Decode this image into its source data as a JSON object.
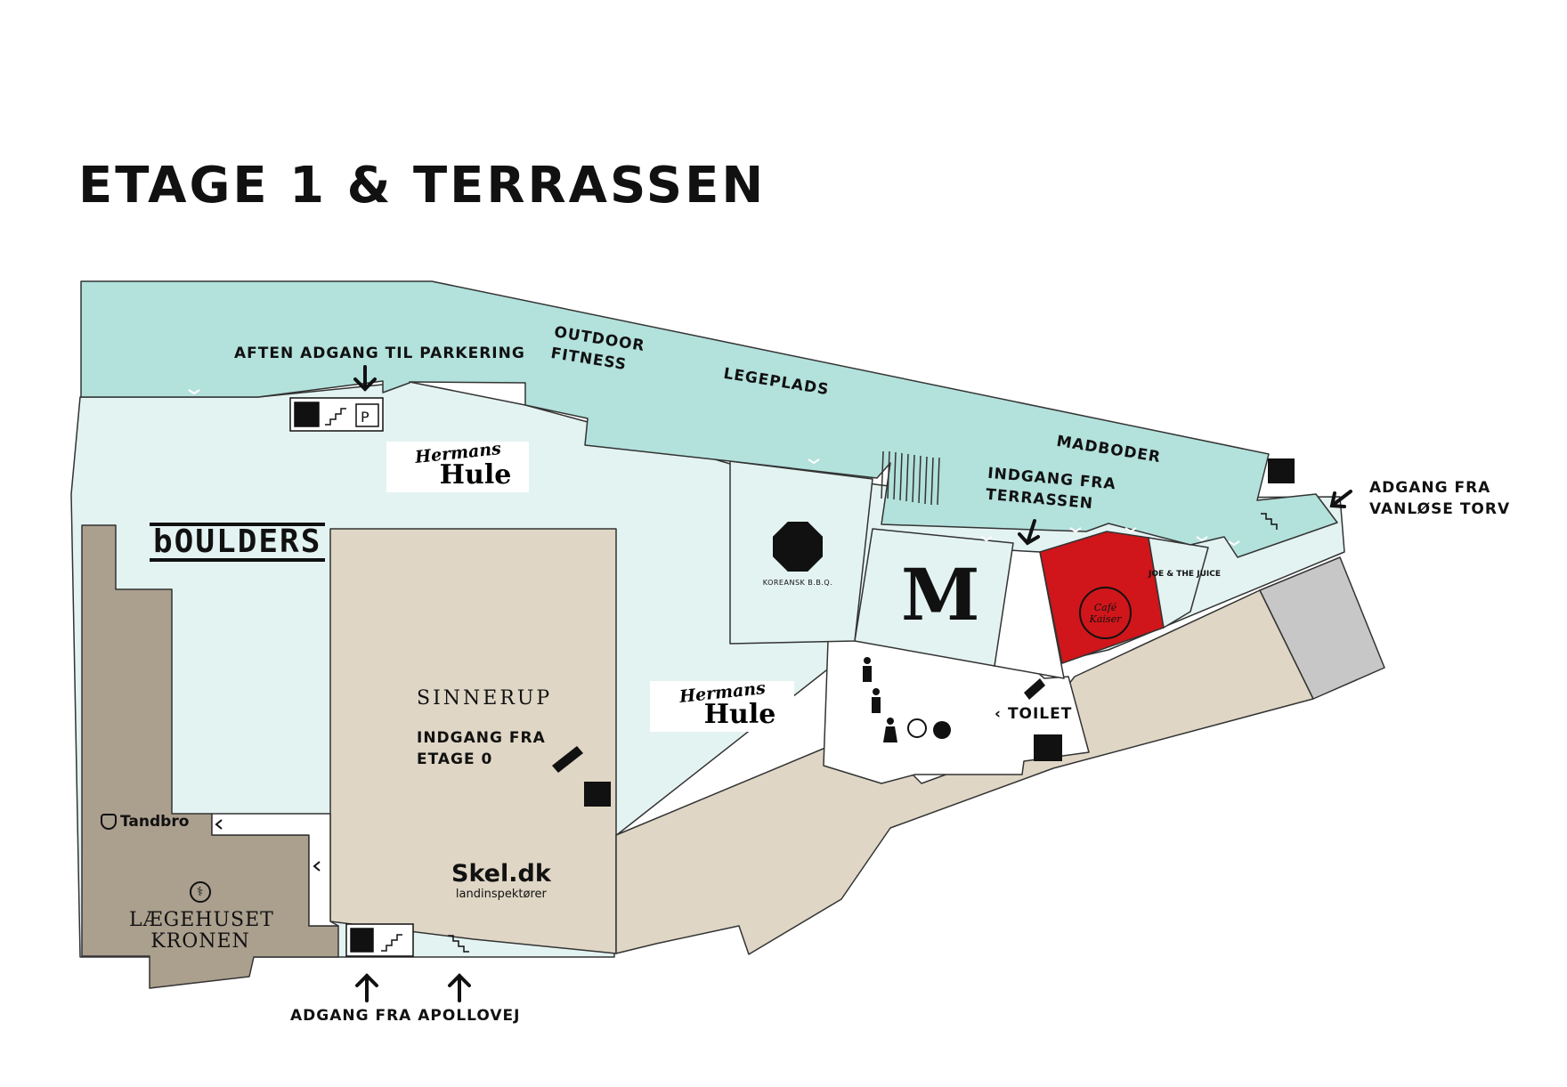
{
  "title": "ETAGE 1 & TERRASSEN",
  "colors": {
    "terrace": "#b3e1dc",
    "floor_light": "#e3f3f1",
    "retail": "#dfd6c5",
    "medical": "#ab9f8e",
    "cafe_kaiser": "#d0161a",
    "grey_unit": "#c7c7c7",
    "service": "#ffffff",
    "outline": "#333333"
  },
  "labels": {
    "aften_adgang": "AFTEN ADGANG TIL PARKERING",
    "outdoor_fitness": "OUTDOOR\nFITNESS",
    "legeplads": "LEGEPLADS",
    "madboder": "MADBODER",
    "indgang_terrassen": "INDGANG FRA\nTERRASSEN",
    "adgang_vanlose": "ADGANG FRA\nVANLØSE TORV",
    "sinnerup": "SINNERUP",
    "indgang_etage0": "INDGANG FRA\nETAGE 0",
    "toilet": "TOILET",
    "adgang_apollovej": "ADGANG FRA APOLLOVEJ",
    "parking_symbol": "P"
  },
  "shops": {
    "hermans_hule_line1": "Hermans",
    "hermans_hule_line2": "Hule",
    "boulders": "bOULDERS",
    "koreansk_bbq": "KOREANSK B.B.Q.",
    "mcdonalds": "M",
    "cafe_kaiser_line1": "Café",
    "cafe_kaiser_line2": "Kaiser",
    "joe_the_juice": "JOE & THE JUICE",
    "tandbro": "Tandbro",
    "laegehuset_line1": "LÆGEHUSET",
    "laegehuset_line2": "KRONEN",
    "skel_name": "Skel.dk",
    "skel_sub": "landinspektører"
  },
  "icons": {
    "elevator": "elevator-icon",
    "stairs": "stairs-icon",
    "escalator": "escalator-icon",
    "exit": "exit-sign-icon",
    "arrow": "arrow-icon",
    "restroom": "restroom-icon"
  }
}
